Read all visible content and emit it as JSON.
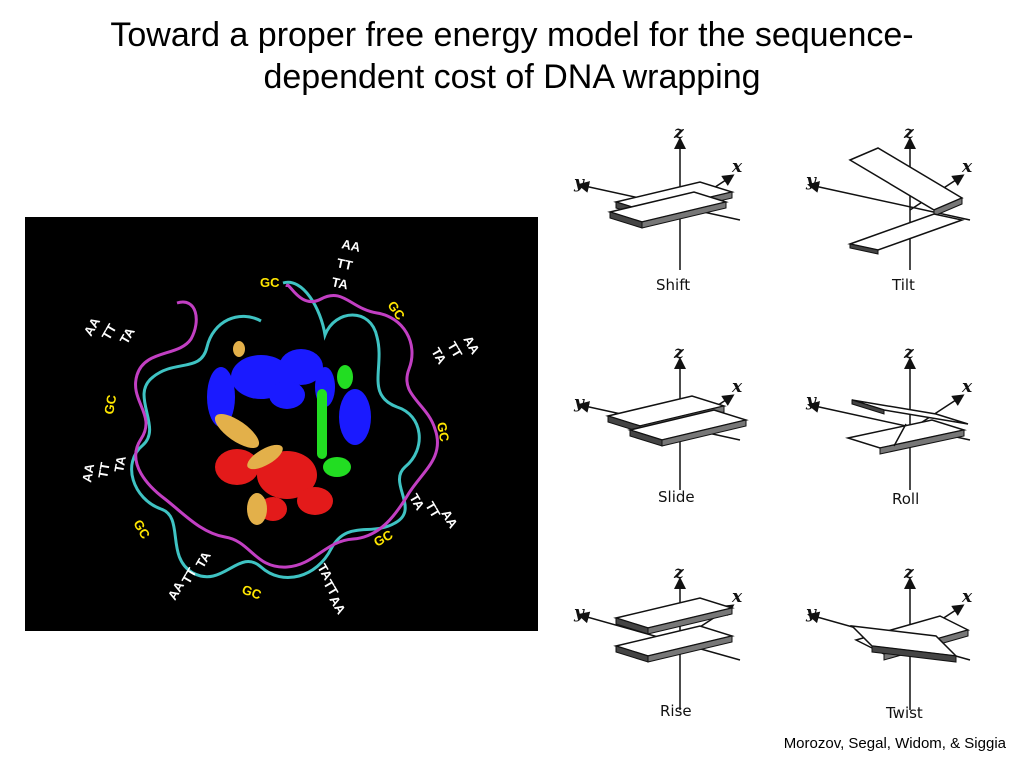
{
  "title": {
    "line1": "Toward a proper free energy model for the sequence-",
    "line2": "dependent cost of DNA wrapping"
  },
  "nucleosome": {
    "labels": [
      {
        "text": "AA",
        "color": "white"
      },
      {
        "text": "TT",
        "color": "white"
      },
      {
        "text": "TA",
        "color": "white"
      },
      {
        "text": "GC",
        "color": "yellow"
      },
      {
        "text": "GC",
        "color": "yellow"
      },
      {
        "text": "AA",
        "color": "white"
      },
      {
        "text": "TT",
        "color": "white"
      },
      {
        "text": "TA",
        "color": "white"
      },
      {
        "text": "AA",
        "color": "white"
      },
      {
        "text": "TT",
        "color": "white"
      },
      {
        "text": "TA",
        "color": "white"
      },
      {
        "text": "GC",
        "color": "yellow"
      },
      {
        "text": "GC",
        "color": "yellow"
      },
      {
        "text": "AA",
        "color": "white"
      },
      {
        "text": "TT",
        "color": "white"
      },
      {
        "text": "TA",
        "color": "white"
      },
      {
        "text": "AA",
        "color": "white"
      },
      {
        "text": "TT",
        "color": "white"
      },
      {
        "text": "TA",
        "color": "white"
      },
      {
        "text": "GC",
        "color": "yellow"
      },
      {
        "text": "GC",
        "color": "yellow"
      },
      {
        "text": "AA",
        "color": "white"
      },
      {
        "text": "TT",
        "color": "white"
      },
      {
        "text": "TA",
        "color": "white"
      },
      {
        "text": "GC",
        "color": "yellow"
      },
      {
        "text": "AA",
        "color": "white"
      },
      {
        "text": "TT",
        "color": "white"
      },
      {
        "text": "TA",
        "color": "white"
      }
    ],
    "colors": {
      "background": "#000000",
      "dna_strand_a": "#3fc3c3",
      "dna_strand_b": "#c23fc3",
      "histone_blue": "#1a1aff",
      "histone_red": "#e31a1a",
      "histone_green": "#22dd22",
      "histone_gold": "#e3b04a",
      "label_white": "#ffffff",
      "label_yellow": "#ffe600"
    }
  },
  "step_parameters": {
    "axis_labels": {
      "z": "z",
      "x": "x",
      "y": "y"
    },
    "items": [
      {
        "label": "Shift"
      },
      {
        "label": "Tilt"
      },
      {
        "label": "Slide"
      },
      {
        "label": "Roll"
      },
      {
        "label": "Rise"
      },
      {
        "label": "Twist"
      }
    ]
  },
  "credit": "Morozov, Segal, Widom, & Siggia"
}
